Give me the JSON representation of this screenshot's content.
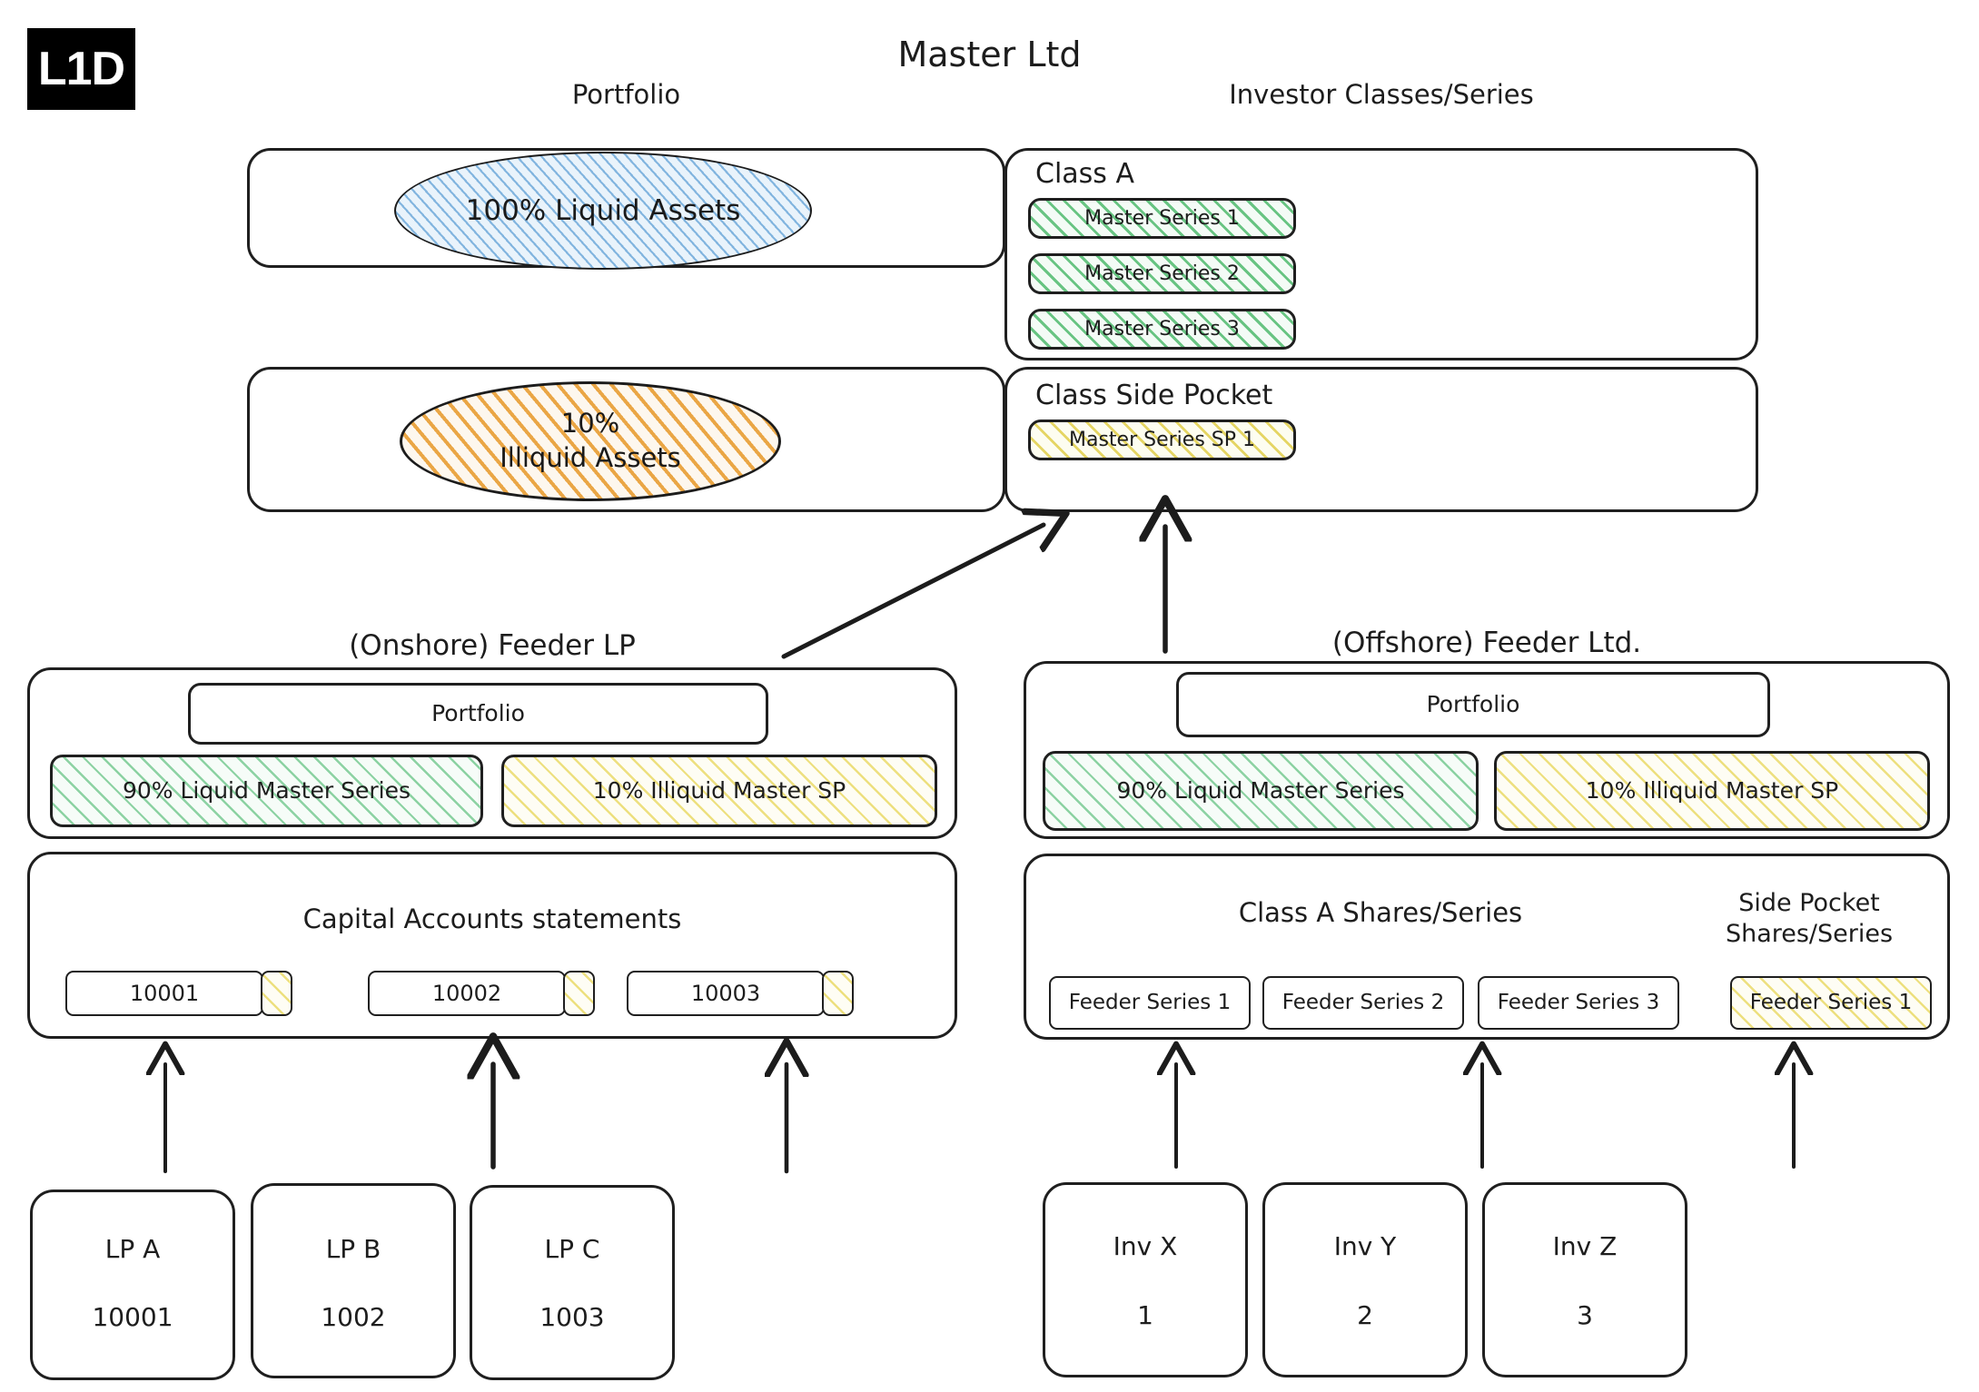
{
  "logo": {
    "text": "L1D"
  },
  "master": {
    "title": "Master Ltd",
    "portfolio_heading": "Portfolio",
    "investor_heading": "Investor Classes/Series",
    "liquid_ellipse": "100% Liquid Assets",
    "illiquid_ellipse_line1": "10%",
    "illiquid_ellipse_line2": "Illiquid Assets",
    "class_a_label": "Class A",
    "class_a_series": [
      "Master Series 1",
      "Master Series 2",
      "Master Series 3"
    ],
    "class_sp_label": "Class Side Pocket",
    "class_sp_series": [
      "Master Series SP 1"
    ]
  },
  "onshore": {
    "title": "(Onshore) Feeder LP",
    "portfolio_label": "Portfolio",
    "liquid_block": "90% Liquid Master Series",
    "illiquid_block": "10% Illiquid Master SP",
    "accounts_heading": "Capital Accounts statements",
    "accounts": [
      "10001",
      "10002",
      "10003"
    ],
    "investors": [
      {
        "name": "LP A",
        "number": "10001"
      },
      {
        "name": "LP B",
        "number": "1002"
      },
      {
        "name": "LP C",
        "number": "1003"
      }
    ]
  },
  "offshore": {
    "title": "(Offshore) Feeder Ltd.",
    "portfolio_label": "Portfolio",
    "liquid_block": "90% Liquid Master Series",
    "illiquid_block": "10% Illiquid Master SP",
    "class_a_heading": "Class A Shares/Series",
    "side_pocket_heading_line1": "Side Pocket",
    "side_pocket_heading_line2": "Shares/Series",
    "class_a_series": [
      "Feeder Series 1",
      "Feeder Series 2",
      "Feeder Series 3"
    ],
    "side_pocket_series": [
      "Feeder Series 1"
    ],
    "investors": [
      {
        "name": "Inv X",
        "number": "1"
      },
      {
        "name": "Inv Y",
        "number": "2"
      },
      {
        "name": "Inv Z",
        "number": "3"
      }
    ]
  },
  "colors": {
    "stroke": "#1f1f1f",
    "liquid_green": "#4fba6e",
    "illiquid_yellow": "#e1ce4a",
    "liquid_blue": "#60a0d6",
    "illiquid_orange": "#e9a23c",
    "logo_bg": "#000000"
  }
}
